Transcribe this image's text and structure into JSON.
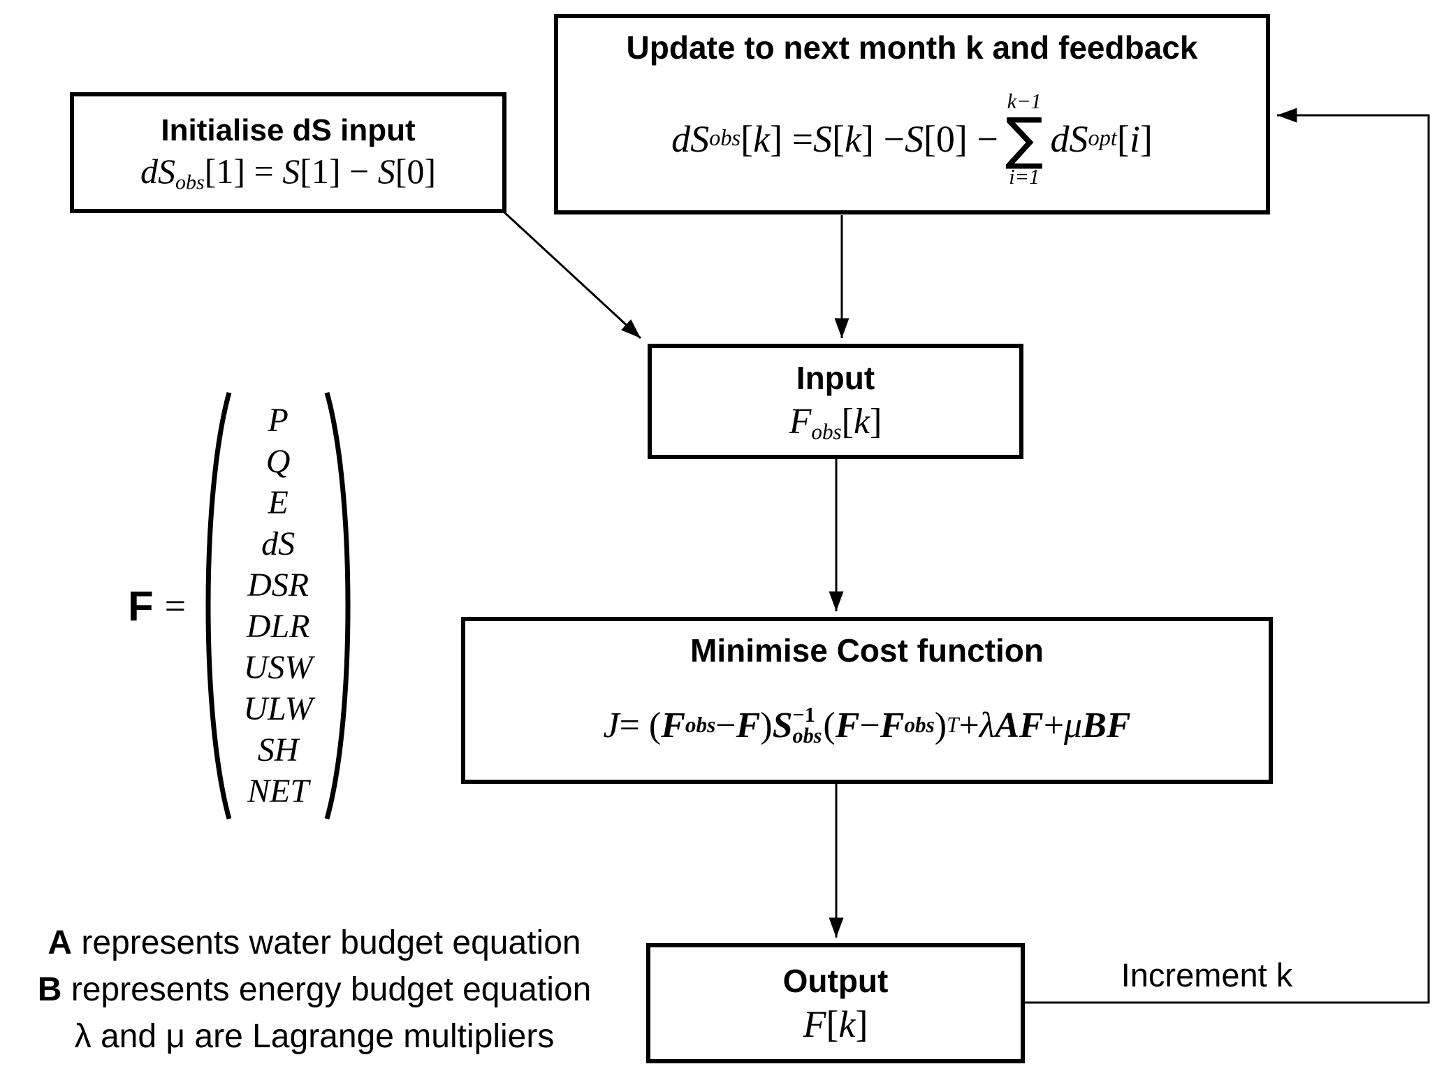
{
  "colors": {
    "ink": "#000000",
    "background": "#ffffff"
  },
  "boxes": {
    "update": {
      "title": "Update to next month k and feedback",
      "eq": [
        {
          "t": "i",
          "v": "dS"
        },
        {
          "t": "sub",
          "v": "obs"
        },
        {
          "t": "n",
          "v": "["
        },
        {
          "t": "i",
          "v": "k"
        },
        {
          "t": "n",
          "v": "] = "
        },
        {
          "t": "i",
          "v": "S"
        },
        {
          "t": "n",
          "v": "["
        },
        {
          "t": "i",
          "v": "k"
        },
        {
          "t": "n",
          "v": "] − "
        },
        {
          "t": "i",
          "v": "S"
        },
        {
          "t": "n",
          "v": "[0] − "
        },
        {
          "t": "sum",
          "v": "∑",
          "top": "k−1",
          "bot": "i=1"
        },
        {
          "t": "i",
          "v": "dS"
        },
        {
          "t": "sub",
          "v": "opt"
        },
        {
          "t": "n",
          "v": "["
        },
        {
          "t": "i",
          "v": "i"
        },
        {
          "t": "n",
          "v": "]"
        }
      ]
    },
    "init": {
      "title": "Initialise dS  input",
      "eq": [
        {
          "t": "i",
          "v": "dS"
        },
        {
          "t": "sub",
          "v": "obs"
        },
        {
          "t": "n",
          "v": "[1] = "
        },
        {
          "t": "i",
          "v": "S"
        },
        {
          "t": "n",
          "v": "[1] − "
        },
        {
          "t": "i",
          "v": "S"
        },
        {
          "t": "n",
          "v": "[0]"
        }
      ]
    },
    "input": {
      "title": "Input",
      "eq": [
        {
          "t": "i",
          "v": "F"
        },
        {
          "t": "sub",
          "v": "obs"
        },
        {
          "t": "n",
          "v": "["
        },
        {
          "t": "i",
          "v": "k"
        },
        {
          "t": "n",
          "v": "]"
        }
      ]
    },
    "cost": {
      "title": "Minimise Cost function",
      "eq": [
        {
          "t": "i",
          "v": "J"
        },
        {
          "t": "n",
          "v": " = ("
        },
        {
          "t": "b",
          "v": "F"
        },
        {
          "t": "bsub",
          "v": "obs"
        },
        {
          "t": "n",
          "v": " − "
        },
        {
          "t": "b",
          "v": "F"
        },
        {
          "t": "n",
          "v": ")"
        },
        {
          "t": "b",
          "v": "S"
        },
        {
          "t": "ss",
          "sup": "−1",
          "sub": "obs"
        },
        {
          "t": "n",
          "v": "("
        },
        {
          "t": "b",
          "v": "F"
        },
        {
          "t": "n",
          "v": " − "
        },
        {
          "t": "b",
          "v": "F"
        },
        {
          "t": "bsub",
          "v": "obs"
        },
        {
          "t": "n",
          "v": ")"
        },
        {
          "t": "sup",
          "v": "T"
        },
        {
          "t": "n",
          "v": " + "
        },
        {
          "t": "i",
          "v": "λ"
        },
        {
          "t": "b",
          "v": "AF"
        },
        {
          "t": "n",
          "v": " + "
        },
        {
          "t": "i",
          "v": "μ"
        },
        {
          "t": "b",
          "v": "BF"
        }
      ]
    },
    "output": {
      "title": "Output",
      "eq": [
        {
          "t": "i",
          "v": "F"
        },
        {
          "t": "n",
          "v": "["
        },
        {
          "t": "i",
          "v": "k"
        },
        {
          "t": "n",
          "v": "]"
        }
      ]
    }
  },
  "matrix": {
    "label": "F",
    "equals": "=",
    "entries": [
      "P",
      "Q",
      "E",
      "dS",
      "DSR",
      "DLR",
      "USW",
      "ULW",
      "SH",
      "NET"
    ]
  },
  "legend": {
    "lines": [
      {
        "lead": "A",
        "rest": " represents water budget equation"
      },
      {
        "lead": "B",
        "rest": " represents energy budget equation"
      },
      {
        "lead": "",
        "rest": "λ and μ are Lagrange multipliers"
      }
    ]
  },
  "labels": {
    "increment": "Increment k"
  }
}
